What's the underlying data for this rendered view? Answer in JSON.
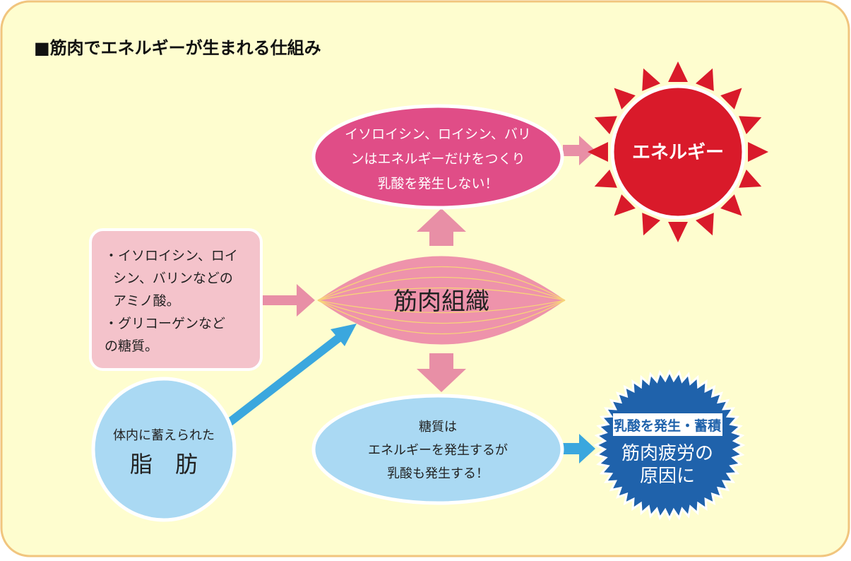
{
  "title": "■筋肉でエネルギーが生まれる仕組み",
  "top_ellipse": {
    "lines": [
      "イソロイシン、ロイシン、バリ",
      "ンはエネルギーだけをつくり",
      "乳酸を発生しない！"
    ]
  },
  "sun": {
    "label": "エネルギー"
  },
  "muscle": {
    "label": "筋肉組織"
  },
  "left_box": {
    "lines": [
      "・イソロイシン、ロイ",
      "シン、バリンなどの",
      "アミノ酸。",
      "・グリコーゲンなど",
      "の糖質。"
    ]
  },
  "fat": {
    "caption": "体内に蓄えられた",
    "label": "脂　肪"
  },
  "bottom_ellipse": {
    "lines": [
      "糖質は",
      "エネルギーを発生するが",
      "乳酸も発生する！"
    ]
  },
  "burst": {
    "badge": "乳酸を発生・蓄積",
    "lines": [
      "筋肉疲労の",
      "原因に"
    ]
  },
  "colors": {
    "background": "#fefdcf",
    "border": "#f1c57e",
    "pink": "#e04d87",
    "red": "#d91a2a",
    "muscle": "#ee93ab",
    "light_blue": "#aad9f3",
    "blue": "#1f62ab",
    "arrow_blue": "#3aa7de"
  }
}
